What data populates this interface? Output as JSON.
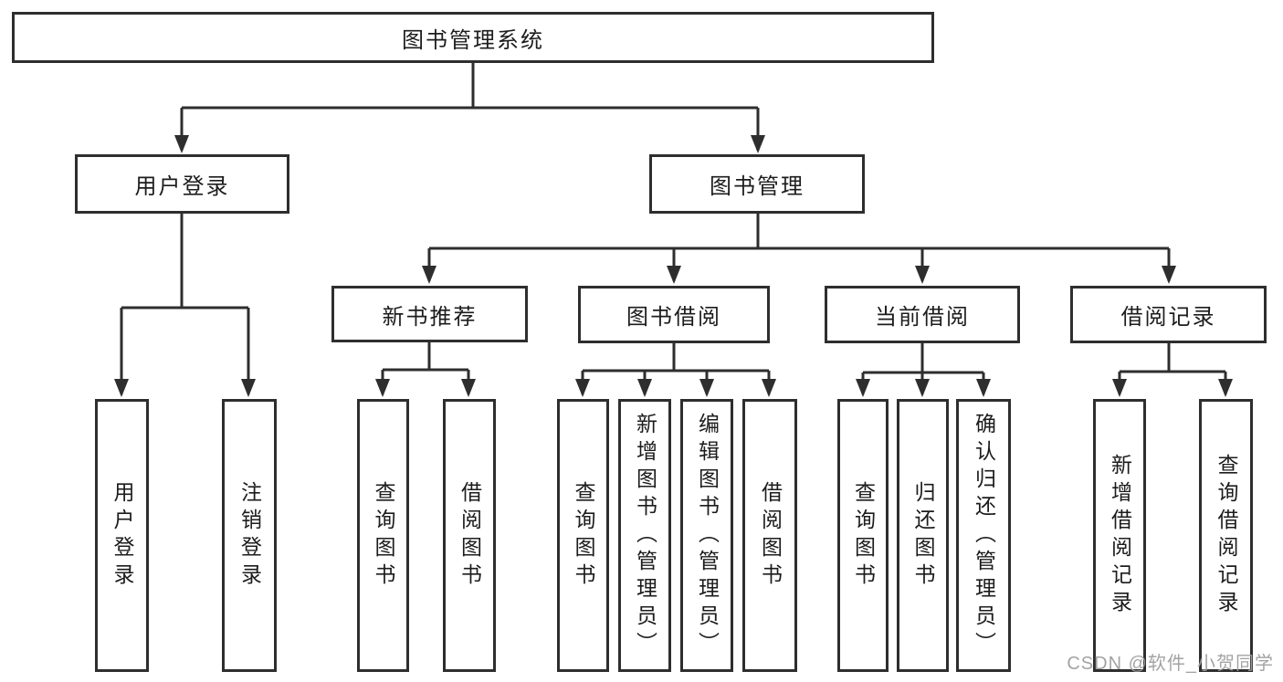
{
  "diagram": {
    "root": {
      "label": "图书管理系统"
    },
    "branches": [
      {
        "label": "用户登录",
        "children": [
          {
            "label": "用户登录"
          },
          {
            "label": "注销登录"
          }
        ]
      },
      {
        "label": "图书管理",
        "groups": [
          {
            "label": "新书推荐",
            "children": [
              {
                "label": "查询图书"
              },
              {
                "label": "借阅图书"
              }
            ]
          },
          {
            "label": "图书借阅",
            "children": [
              {
                "label": "查询图书"
              },
              {
                "label": "新增图书（管理员）"
              },
              {
                "label": "编辑图书（管理员）"
              },
              {
                "label": "借阅图书"
              }
            ]
          },
          {
            "label": "当前借阅",
            "children": [
              {
                "label": "查询图书"
              },
              {
                "label": "归还图书"
              },
              {
                "label": "确认归还（管理员）"
              }
            ]
          },
          {
            "label": "借阅记录",
            "children": [
              {
                "label": "新增借阅记录"
              },
              {
                "label": "查询借阅记录"
              }
            ]
          }
        ]
      }
    ]
  },
  "watermark": {
    "text": "CSDN @软件_小贺同学"
  },
  "colors": {
    "line": "#2e2e2e",
    "box_fill": "#ffffff",
    "text": "#1c1c1c",
    "watermark": "#9e9e9e"
  }
}
